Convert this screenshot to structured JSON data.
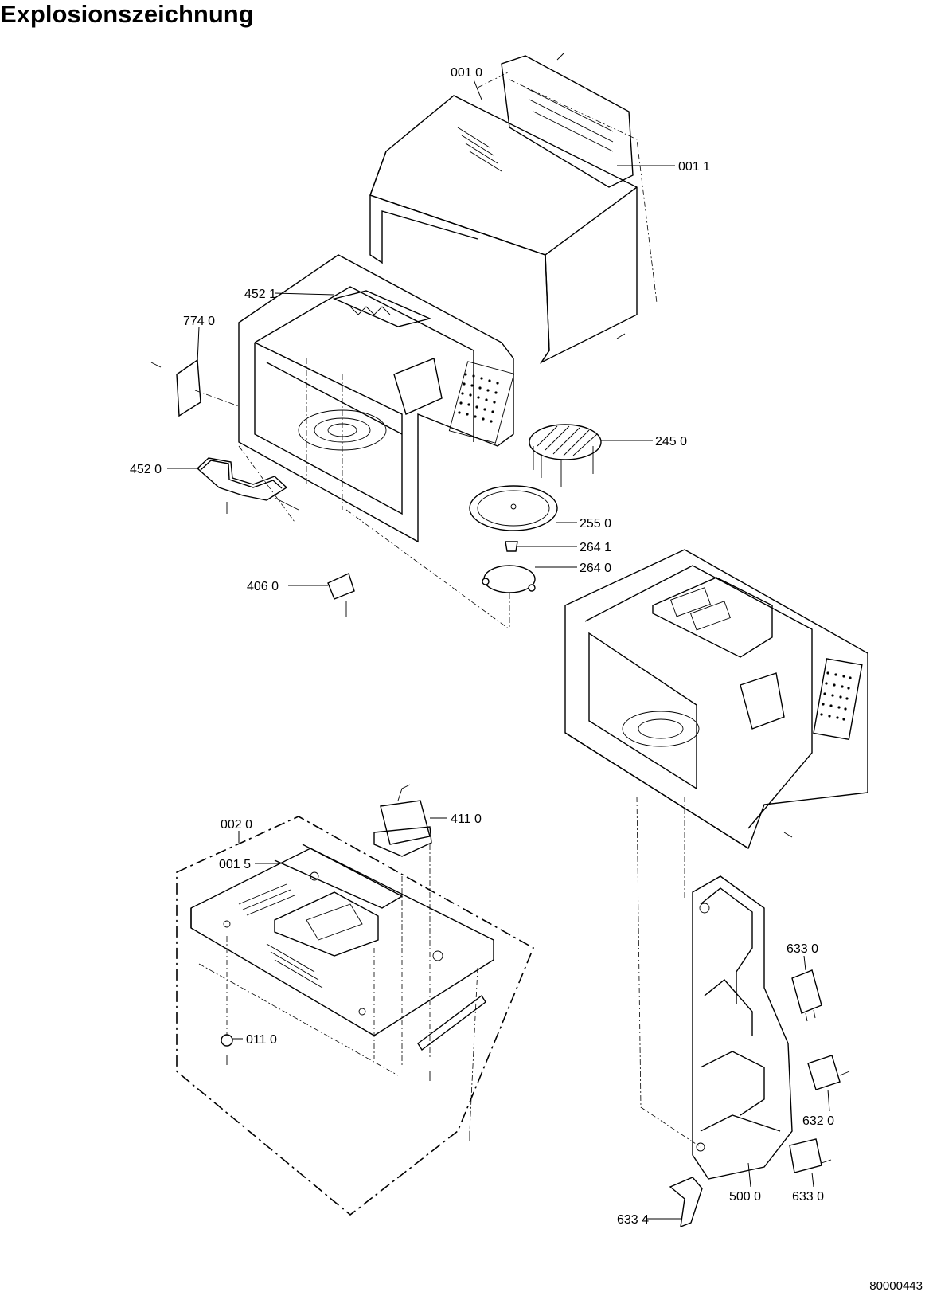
{
  "title": "Explosionszeichnung",
  "document_number": "80000443",
  "part_labels": [
    {
      "id": "p0010",
      "text": "001 0"
    },
    {
      "id": "p0011",
      "text": "001 1"
    },
    {
      "id": "p4521",
      "text": "452 1"
    },
    {
      "id": "p7740",
      "text": "774 0"
    },
    {
      "id": "p2450",
      "text": "245 0"
    },
    {
      "id": "p4520",
      "text": "452 0"
    },
    {
      "id": "p2550",
      "text": "255 0"
    },
    {
      "id": "p2641",
      "text": "264 1"
    },
    {
      "id": "p2640",
      "text": "264 0"
    },
    {
      "id": "p4060",
      "text": "406 0"
    },
    {
      "id": "p4110",
      "text": "411 0"
    },
    {
      "id": "p0020",
      "text": "002 0"
    },
    {
      "id": "p0015",
      "text": "001 5"
    },
    {
      "id": "p0110",
      "text": "011 0"
    },
    {
      "id": "p6330a",
      "text": "633 0"
    },
    {
      "id": "p6320",
      "text": "632 0"
    },
    {
      "id": "p6330b",
      "text": "633 0"
    },
    {
      "id": "p5000",
      "text": "500 0"
    },
    {
      "id": "p6334",
      "text": "633 4"
    }
  ]
}
